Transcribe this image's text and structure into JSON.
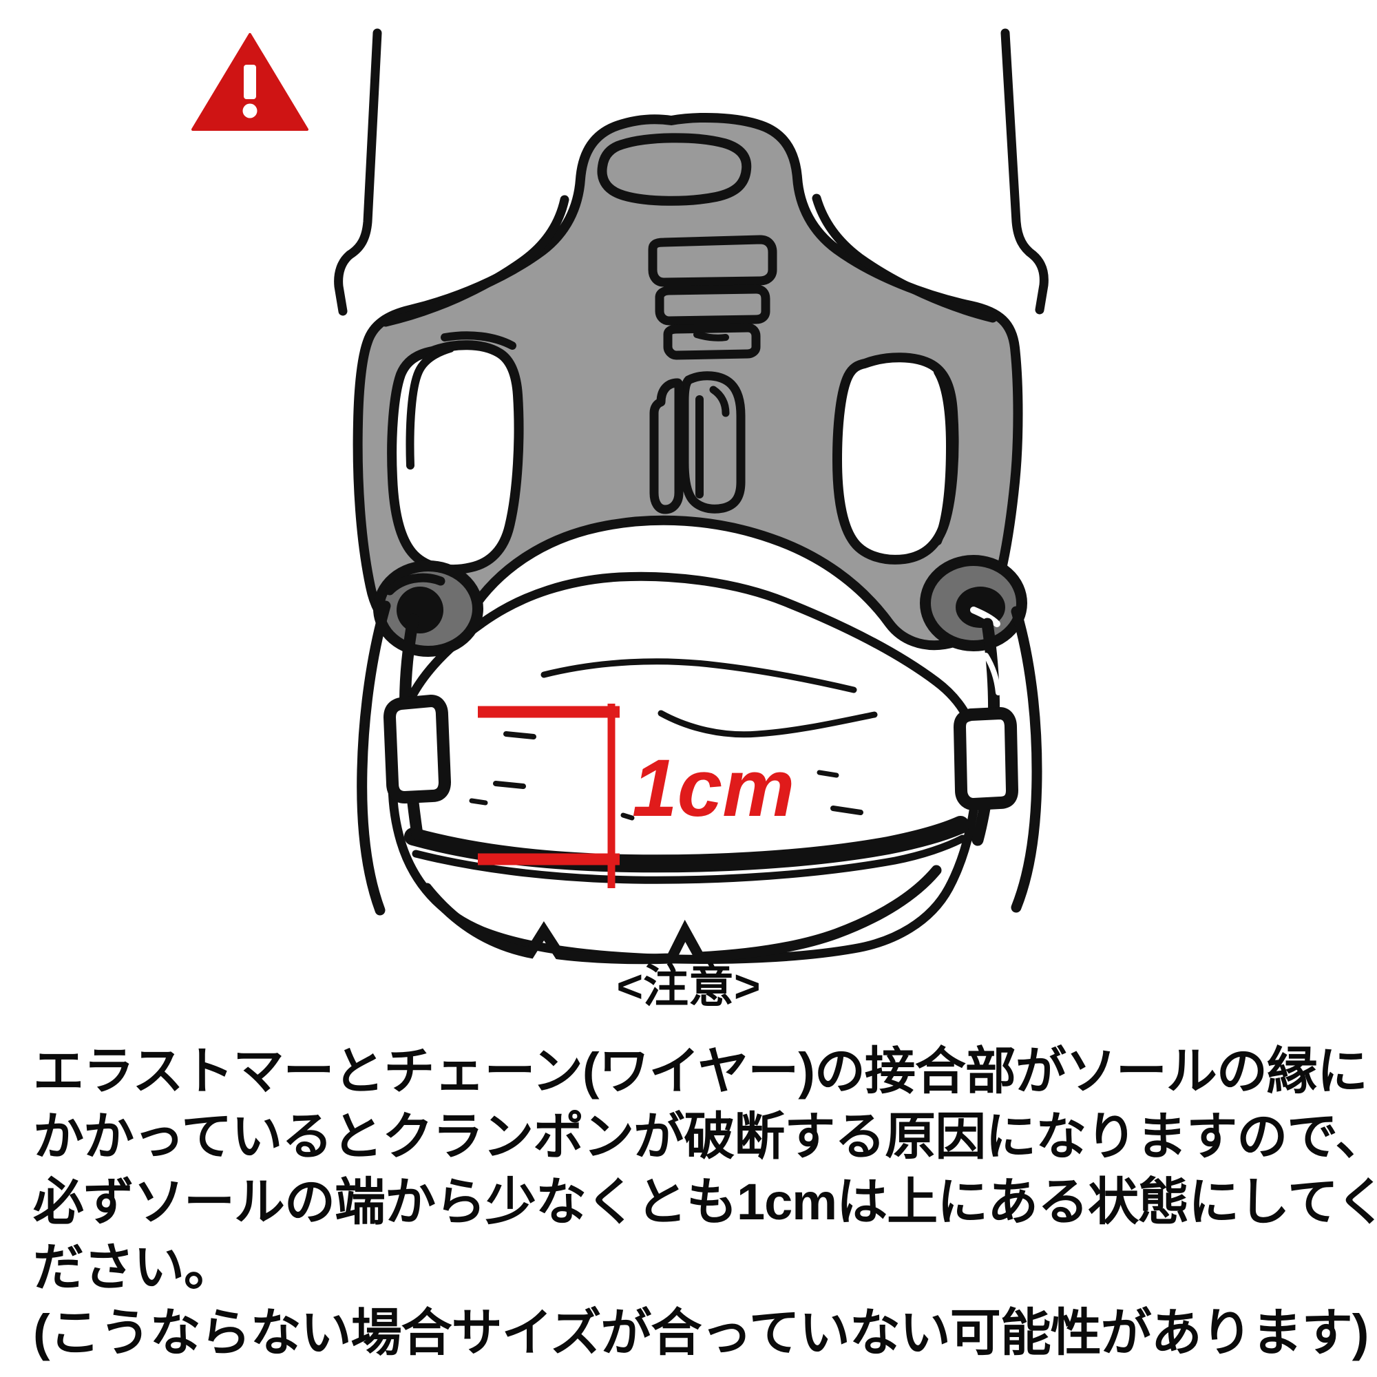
{
  "document": {
    "type": "crampon-fitting-warning-illustration",
    "language": "ja",
    "background_color": "#ffffff"
  },
  "warning_badge": {
    "icon": "warning-triangle-icon",
    "glyph": "!",
    "color": "#cf1414",
    "mark_color": "#ffffff"
  },
  "illustration": {
    "name": "crampon-on-boot-sole-diagram",
    "description": "elastomer-heel-harness-over-boot-sole",
    "elastomer_color": "#9a9a9a",
    "sole_color": "#ffffff",
    "outline_color": "#111111",
    "annotation_color": "#e01b1b",
    "measurement": {
      "label": "1cm",
      "label_color": "#e01b1b",
      "from": "sole-edge",
      "to": "elastomer-chain-joint"
    }
  },
  "caption": {
    "heading": "<注意>",
    "body_lines": [
      "エラストマーとチェーン(ワイヤー)の接合部がソールの縁に",
      "かかっているとクランポンが破断する原因になりますので、",
      "必ずソールの端から少なくとも1cmは上にある状態にしてく",
      "ださい。",
      "(こうならない場合サイズが合っていない可能性があります)"
    ]
  }
}
